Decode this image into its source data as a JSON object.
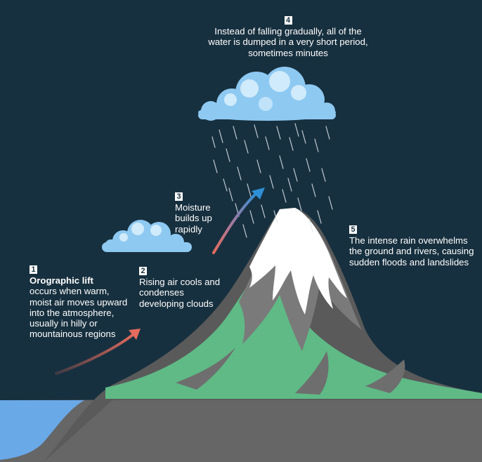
{
  "steps": [
    {
      "number": "1",
      "title": "Orographic lift",
      "text": "occurs when warm, moist air moves upward into the atmosphere, usually in hilly or mountainous regions"
    },
    {
      "number": "2",
      "text": "Rising air cools and condenses developing clouds"
    },
    {
      "number": "3",
      "text": "Moisture builds up rapidly"
    },
    {
      "number": "4",
      "text": "Instead of falling gradually, all of the water is dumped in a very short period, sometimes minutes"
    },
    {
      "number": "5",
      "text": "The intense rain overwhelms the ground and rivers, causing sudden floods and landslides"
    }
  ],
  "colors": {
    "sky": "#17303f",
    "cloud": "#8ec9f2",
    "cloud_light": "#d7eefc",
    "mountain_green": "#5fba86",
    "mountain_grey": "#737373",
    "snow": "#ffffff",
    "ground": "#666666",
    "water": "#6aa9e8",
    "arrow_warm": "#e46b5e",
    "arrow_cool": "#2f8fd6"
  },
  "icons": [
    "small-cloud-icon",
    "rain-cloud-icon",
    "rain-icon",
    "warm-air-arrow-icon",
    "rising-moisture-arrow-icon",
    "mountain-icon"
  ]
}
